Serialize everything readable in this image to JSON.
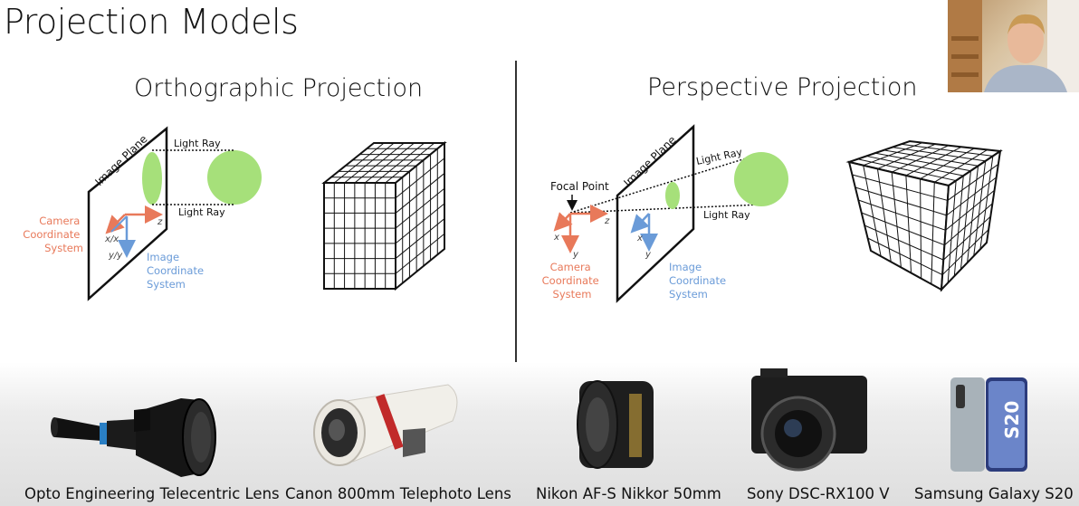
{
  "title": "Projection Models",
  "orthographic": {
    "title": "Orthographic Projection",
    "labels": {
      "image_plane": "Image Plane",
      "light_ray_top": "Light Ray",
      "light_ray_bottom": "Light Ray",
      "camera_coord": [
        "Camera",
        "Coordinate",
        "System"
      ],
      "image_coord": [
        "Image",
        "Coordinate",
        "System"
      ],
      "axis_z": "z",
      "axis_xy": "x/x",
      "axis_yy": "y/y"
    }
  },
  "perspective": {
    "title": "Perspective Projection",
    "labels": {
      "focal_point": "Focal Point",
      "image_plane": "Image Plane",
      "light_ray_top": "Light Ray",
      "light_ray_bottom": "Light Ray",
      "camera_coord": [
        "Camera",
        "Coordinate",
        "System"
      ],
      "image_coord": [
        "Image",
        "Coordinate",
        "System"
      ],
      "axis_x": "x",
      "axis_y": "y",
      "axis_z": "z",
      "img_x": "x",
      "img_y": "y"
    }
  },
  "products": [
    {
      "label": "Opto Engineering Telecentric Lens"
    },
    {
      "label": "Canon 800mm Telephoto Lens"
    },
    {
      "label": "Nikon AF-S Nikkor 50mm"
    },
    {
      "label": "Sony DSC-RX100 V"
    },
    {
      "label": "Samsung Galaxy S20"
    }
  ],
  "colors": {
    "camera_axis": "#e8795a",
    "image_axis": "#6a9bd8",
    "object": "#a6e07a"
  }
}
